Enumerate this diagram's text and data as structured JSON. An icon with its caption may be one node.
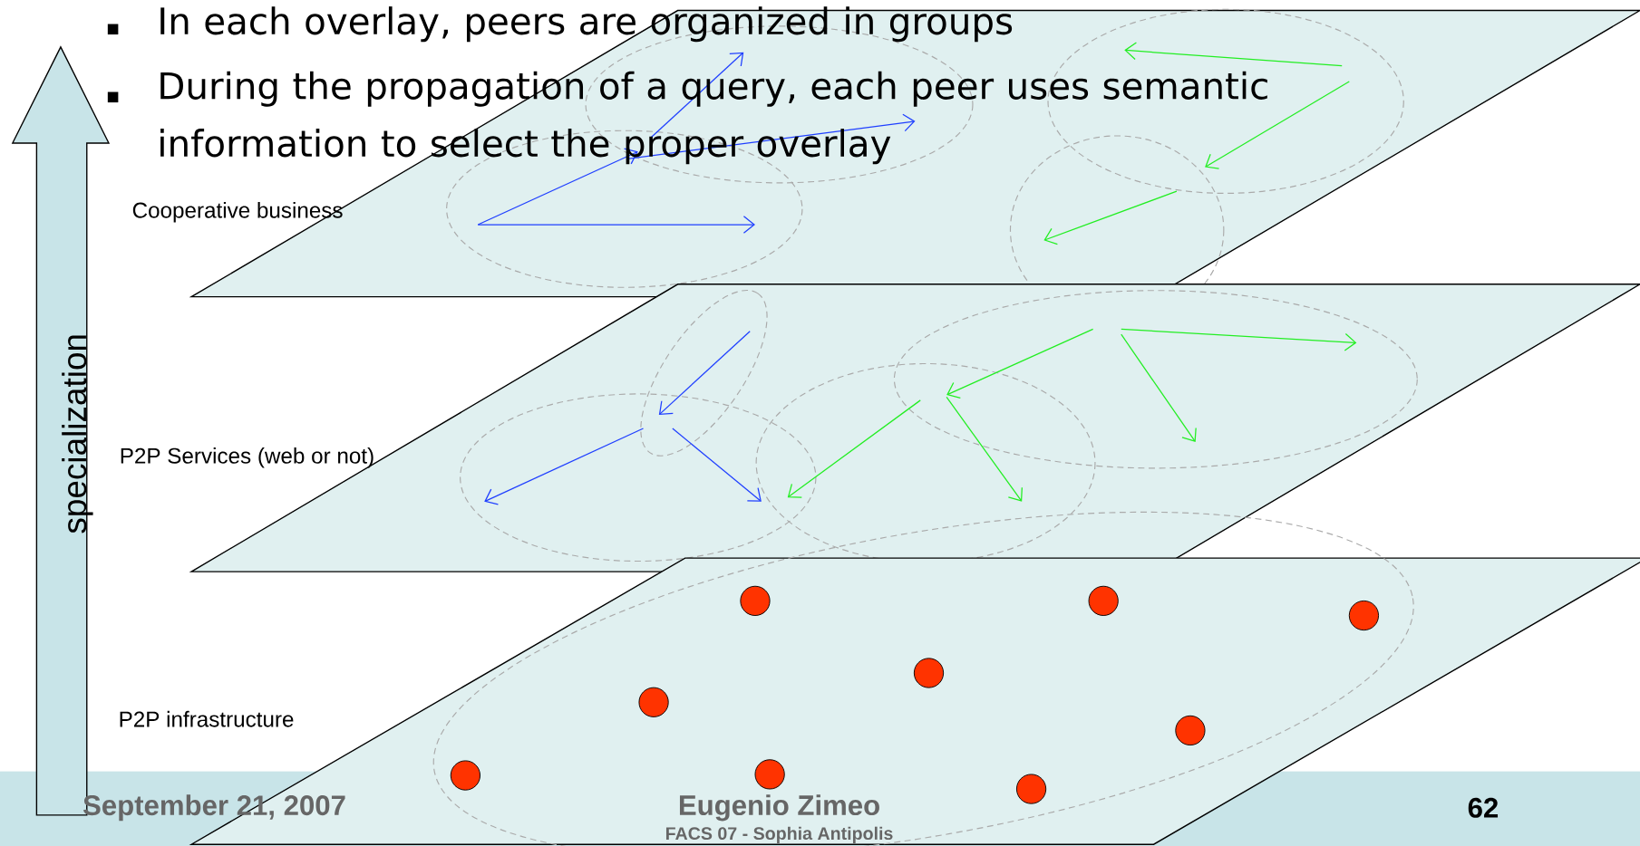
{
  "diagram": {
    "nodes": [
      {
        "text": [
          "Cooperative business"
        ]
      },
      {
        "text": [
          "P2P Services (web or not)"
        ]
      },
      {
        "text": [
          "P2P infrastructure"
        ]
      }
    ],
    "labels": [
      "In each overlay, peers are organized in groups",
      "During the propagation of a query, each peer uses semantic information to select the proper overlay",
      "specialization",
      "September 21, 2007",
      "Eugenio Zimeo",
      "62",
      "FACS 07 - Sophia Antipolis"
    ]
  }
}
